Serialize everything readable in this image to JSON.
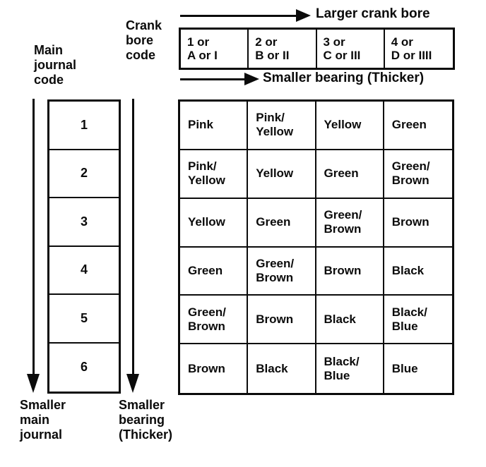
{
  "labels": {
    "crank_bore_code": "Crank\nbore\ncode",
    "main_journal_code": "Main\njournal\ncode"
  },
  "arrows": {
    "larger_crank_bore": "Larger crank bore",
    "smaller_bearing_top": "Smaller bearing (Thicker)",
    "smaller_main_journal": "Smaller\nmain\njournal",
    "smaller_bearing_bottom": "Smaller\nbearing\n(Thicker)"
  },
  "crank_bore_header": [
    "1 or\nA or I",
    "2 or\nB or II",
    "3 or\nC or III",
    "4 or\nD or IIII"
  ],
  "main_journal_rows": [
    "1",
    "2",
    "3",
    "4",
    "5",
    "6"
  ],
  "bearing_table": [
    [
      "Pink",
      "Pink/\nYellow",
      "Yellow",
      "Green"
    ],
    [
      "Pink/\nYellow",
      "Yellow",
      "Green",
      "Green/\nBrown"
    ],
    [
      "Yellow",
      "Green",
      "Green/\nBrown",
      "Brown"
    ],
    [
      "Green",
      "Green/\nBrown",
      "Brown",
      "Black"
    ],
    [
      "Green/\nBrown",
      "Brown",
      "Black",
      "Black/\nBlue"
    ],
    [
      "Brown",
      "Black",
      "Black/\nBlue",
      "Blue"
    ]
  ],
  "colors": {
    "ink": "#0b0b0b",
    "paper": "#ffffff"
  }
}
